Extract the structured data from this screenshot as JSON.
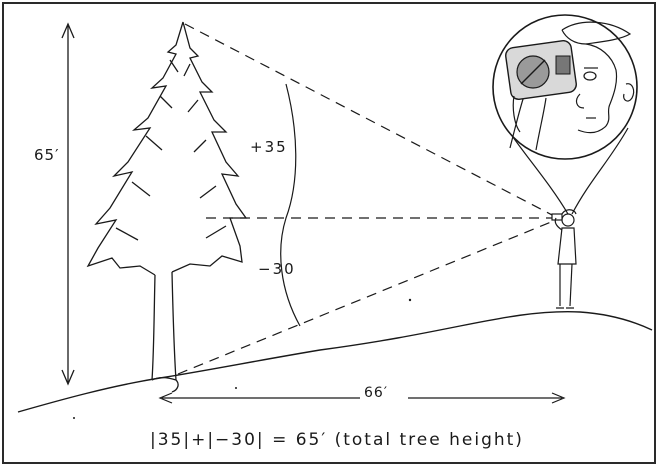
{
  "labels": {
    "tree_height": "65′",
    "angle_up": "+35",
    "angle_down": "−30",
    "distance": "66′",
    "formula": "|35|+|−30| = 65′ (total tree height)"
  },
  "colors": {
    "ink": "#1a1a1a",
    "border": "#2a2a2a",
    "lens": "#777777",
    "background": "#ffffff"
  }
}
